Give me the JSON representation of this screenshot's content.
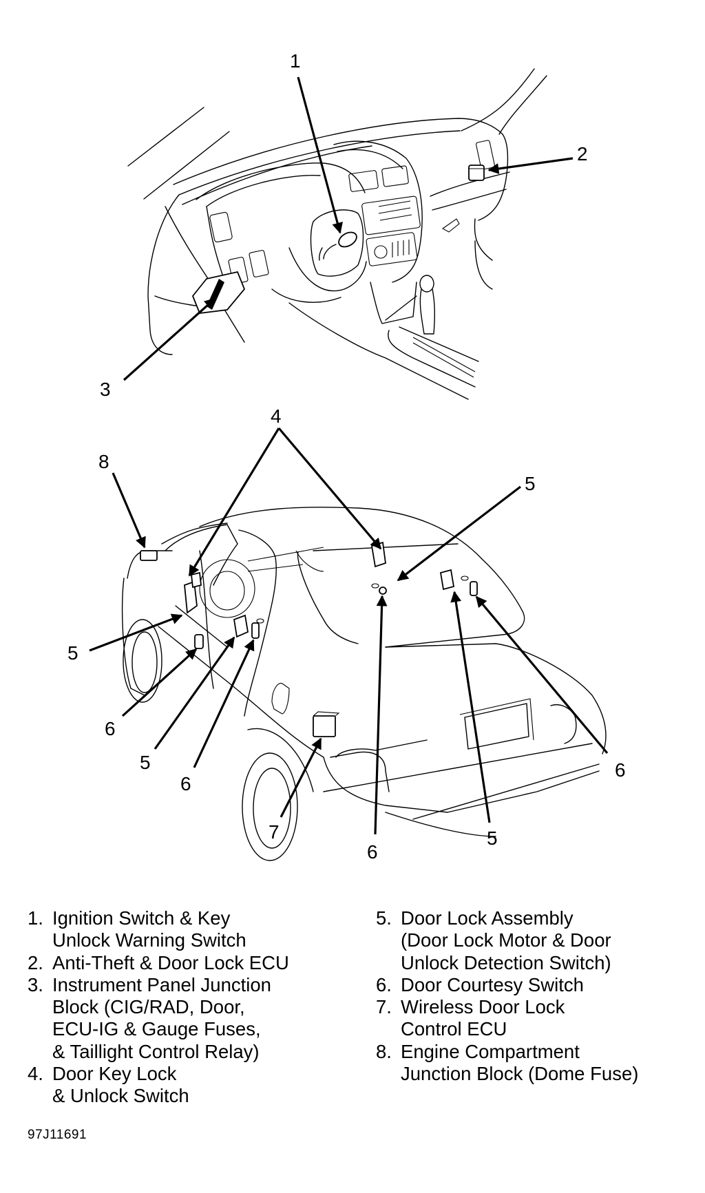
{
  "figure": {
    "code": "97J11691",
    "views": [
      {
        "name": "instrument-panel-view",
        "callouts": [
          "1",
          "2",
          "3"
        ]
      },
      {
        "name": "vehicle-body-view",
        "callouts": [
          "4",
          "8",
          "5",
          "5",
          "6",
          "5",
          "6",
          "7",
          "6",
          "5",
          "6"
        ]
      }
    ]
  },
  "callouts": {
    "c1": "1",
    "c2": "2",
    "c3": "3",
    "c4": "4",
    "c8": "8",
    "c5_top_right": "5",
    "c5_left": "5",
    "c6_left": "6",
    "c5_mid": "5",
    "c6_mid": "6",
    "c7": "7",
    "c6_bottom": "6",
    "c5_bottom": "5",
    "c6_right": "6"
  },
  "legend": {
    "left": [
      {
        "num": "1.",
        "text": "Ignition Switch & Key\nUnlock Warning Switch"
      },
      {
        "num": "2.",
        "text": "Anti-Theft & Door Lock ECU"
      },
      {
        "num": "3.",
        "text": "Instrument Panel Junction\nBlock (CIG/RAD, Door,\nECU-IG & Gauge Fuses,\n& Taillight Control Relay)"
      },
      {
        "num": "4.",
        "text": "Door Key Lock\n& Unlock Switch"
      }
    ],
    "right": [
      {
        "num": "5.",
        "text": "Door Lock Assembly\n(Door Lock Motor & Door\nUnlock Detection Switch)"
      },
      {
        "num": "6.",
        "text": "Door Courtesy Switch"
      },
      {
        "num": "7.",
        "text": "Wireless Door Lock\nControl ECU"
      },
      {
        "num": "8.",
        "text": "Engine Compartment\nJunction Block (Dome Fuse)"
      }
    ]
  }
}
